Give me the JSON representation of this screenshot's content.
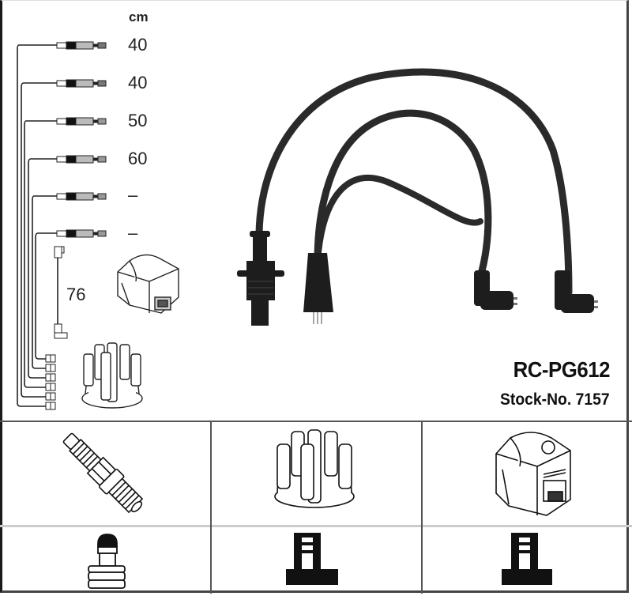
{
  "product": {
    "part_number": "RC-PG612",
    "stock_label": "Stock-No. 7157"
  },
  "lead_diagram": {
    "unit": "cm",
    "leads": [
      {
        "index": 1,
        "length": "40"
      },
      {
        "index": 2,
        "length": "40"
      },
      {
        "index": 3,
        "length": "50"
      },
      {
        "index": 4,
        "length": "60"
      },
      {
        "index": 5,
        "length": "–"
      },
      {
        "index": 6,
        "length": "–"
      }
    ],
    "coil_lead_length": "76"
  },
  "application_grid": {
    "top_row": [
      "spark-plug",
      "distributor-cap",
      "ignition-coil"
    ],
    "bottom_row": [
      "spark-plug-terminal",
      "distributor-terminal",
      "coil-terminal"
    ]
  },
  "colors": {
    "cable": "#222222",
    "border": "#444444",
    "divider_light": "#cccccc"
  }
}
